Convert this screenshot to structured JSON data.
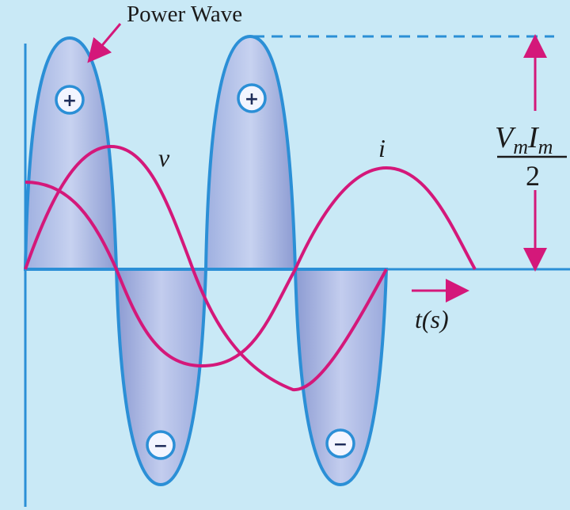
{
  "labels": {
    "power_wave": "Power Wave",
    "voltage": "v",
    "current": "i",
    "time_axis": "t(s)",
    "formula": {
      "v": "V",
      "m1": "m",
      "i": "I",
      "m2": "m",
      "denominator": "2"
    },
    "plus_sign": "+",
    "minus_sign": "−"
  },
  "colors": {
    "background": "#c9e9f6",
    "axis": "#2b8fd6",
    "power_outline": "#2b8fd6",
    "power_fill": "#aab4de",
    "curves": "#d4187a",
    "arrows": "#d4187a"
  }
}
